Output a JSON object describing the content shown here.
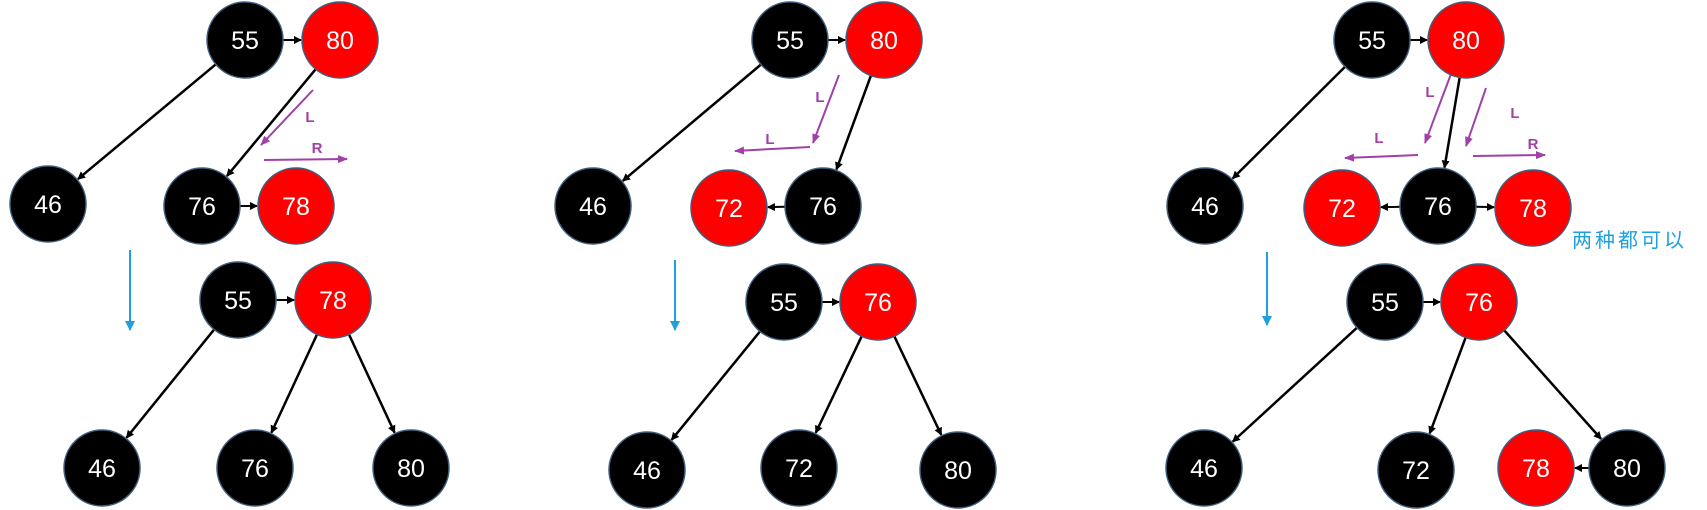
{
  "colors": {
    "black_node": "#000000",
    "red_node": "#ff0000",
    "node_border": "#3f5f7f",
    "edge": "#000000",
    "rotation_arrow": "#a040a8",
    "step_arrow": "#1ea0e0",
    "node_text": "#ffffff"
  },
  "note": {
    "text": "两种都可以"
  },
  "panels": [
    {
      "name": "case-right-child",
      "before": {
        "nodes": [
          {
            "id": "b55",
            "value": "55",
            "color": "black"
          },
          {
            "id": "b80",
            "value": "80",
            "color": "red"
          },
          {
            "id": "b46",
            "value": "46",
            "color": "black"
          },
          {
            "id": "b76",
            "value": "76",
            "color": "black"
          },
          {
            "id": "b78",
            "value": "78",
            "color": "red"
          }
        ],
        "rotations": [
          {
            "label": "L"
          },
          {
            "label": "R"
          }
        ]
      },
      "after": {
        "nodes": [
          {
            "id": "a55",
            "value": "55",
            "color": "black"
          },
          {
            "id": "a78",
            "value": "78",
            "color": "red"
          },
          {
            "id": "a46",
            "value": "46",
            "color": "black"
          },
          {
            "id": "a76",
            "value": "76",
            "color": "black"
          },
          {
            "id": "a80",
            "value": "80",
            "color": "black"
          }
        ]
      }
    },
    {
      "name": "case-left-child",
      "before": {
        "nodes": [
          {
            "id": "b55",
            "value": "55",
            "color": "black"
          },
          {
            "id": "b80",
            "value": "80",
            "color": "red"
          },
          {
            "id": "b46",
            "value": "46",
            "color": "black"
          },
          {
            "id": "b72",
            "value": "72",
            "color": "red"
          },
          {
            "id": "b76",
            "value": "76",
            "color": "black"
          }
        ],
        "rotations": [
          {
            "label": "L"
          },
          {
            "label": "L"
          }
        ]
      },
      "after": {
        "nodes": [
          {
            "id": "a55",
            "value": "55",
            "color": "black"
          },
          {
            "id": "a76",
            "value": "76",
            "color": "red"
          },
          {
            "id": "a46",
            "value": "46",
            "color": "black"
          },
          {
            "id": "a72",
            "value": "72",
            "color": "black"
          },
          {
            "id": "a80",
            "value": "80",
            "color": "black"
          }
        ]
      }
    },
    {
      "name": "case-both-children",
      "before": {
        "nodes": [
          {
            "id": "b55",
            "value": "55",
            "color": "black"
          },
          {
            "id": "b80",
            "value": "80",
            "color": "red"
          },
          {
            "id": "b46",
            "value": "46",
            "color": "black"
          },
          {
            "id": "b72",
            "value": "72",
            "color": "red"
          },
          {
            "id": "b76",
            "value": "76",
            "color": "black"
          },
          {
            "id": "b78",
            "value": "78",
            "color": "red"
          }
        ],
        "rotations": [
          {
            "label": "L"
          },
          {
            "label": "L"
          },
          {
            "label": "L"
          },
          {
            "label": "R"
          }
        ]
      },
      "after": {
        "nodes": [
          {
            "id": "a55",
            "value": "55",
            "color": "black"
          },
          {
            "id": "a76",
            "value": "76",
            "color": "red"
          },
          {
            "id": "a46",
            "value": "46",
            "color": "black"
          },
          {
            "id": "a72",
            "value": "72",
            "color": "black"
          },
          {
            "id": "a78",
            "value": "78",
            "color": "red"
          },
          {
            "id": "a80",
            "value": "80",
            "color": "black"
          }
        ]
      }
    }
  ]
}
